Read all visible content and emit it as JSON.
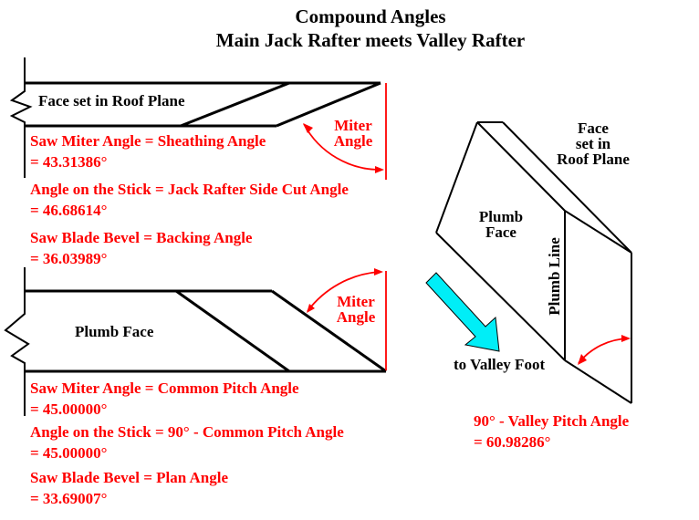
{
  "title": {
    "line1": "Compound Angles",
    "line2": "Main Jack Rafter meets Valley Rafter"
  },
  "colors": {
    "line_black": "#000000",
    "annotation_red": "#ff0000",
    "arrow_cyan": "#00eef7",
    "background_white": "#ffffff"
  },
  "jack_rafter_roof_plane_view": {
    "face_label": "Face set in Roof Plane",
    "miter_angle_label": {
      "line1": "Miter",
      "line2": "Angle"
    },
    "notes": [
      {
        "line1": "Saw Miter Angle = Sheathing Angle",
        "line2": "= 43.31386°"
      },
      {
        "line1": "Angle on the Stick = Jack Rafter Side Cut Angle",
        "line2": "= 46.68614°"
      },
      {
        "line1": "Saw Blade Bevel = Backing Angle",
        "line2": "= 36.03989°"
      }
    ]
  },
  "jack_rafter_plumb_face_view": {
    "face_label": "Plumb Face",
    "miter_angle_label": {
      "line1": "Miter",
      "line2": "Angle"
    },
    "notes": [
      {
        "line1": "Saw Miter Angle = Common Pitch Angle",
        "line2": "= 45.00000°"
      },
      {
        "line1": "Angle on the Stick = 90° - Common Pitch Angle",
        "line2": "= 45.00000°"
      },
      {
        "line1": "Saw Blade Bevel = Plan Angle",
        "line2": "= 33.69007°"
      }
    ]
  },
  "valley_rafter_view": {
    "face_label": {
      "line1": "Face",
      "line2": "set in",
      "line3": "Roof Plane"
    },
    "plumb_face_label": {
      "line1": "Plumb",
      "line2": "Face"
    },
    "plumb_line_label": "Plumb Line",
    "valley_foot_label": "to Valley Foot",
    "pitch_note": {
      "line1": "90° - Valley Pitch Angle",
      "line2": "= 60.98286°"
    }
  }
}
